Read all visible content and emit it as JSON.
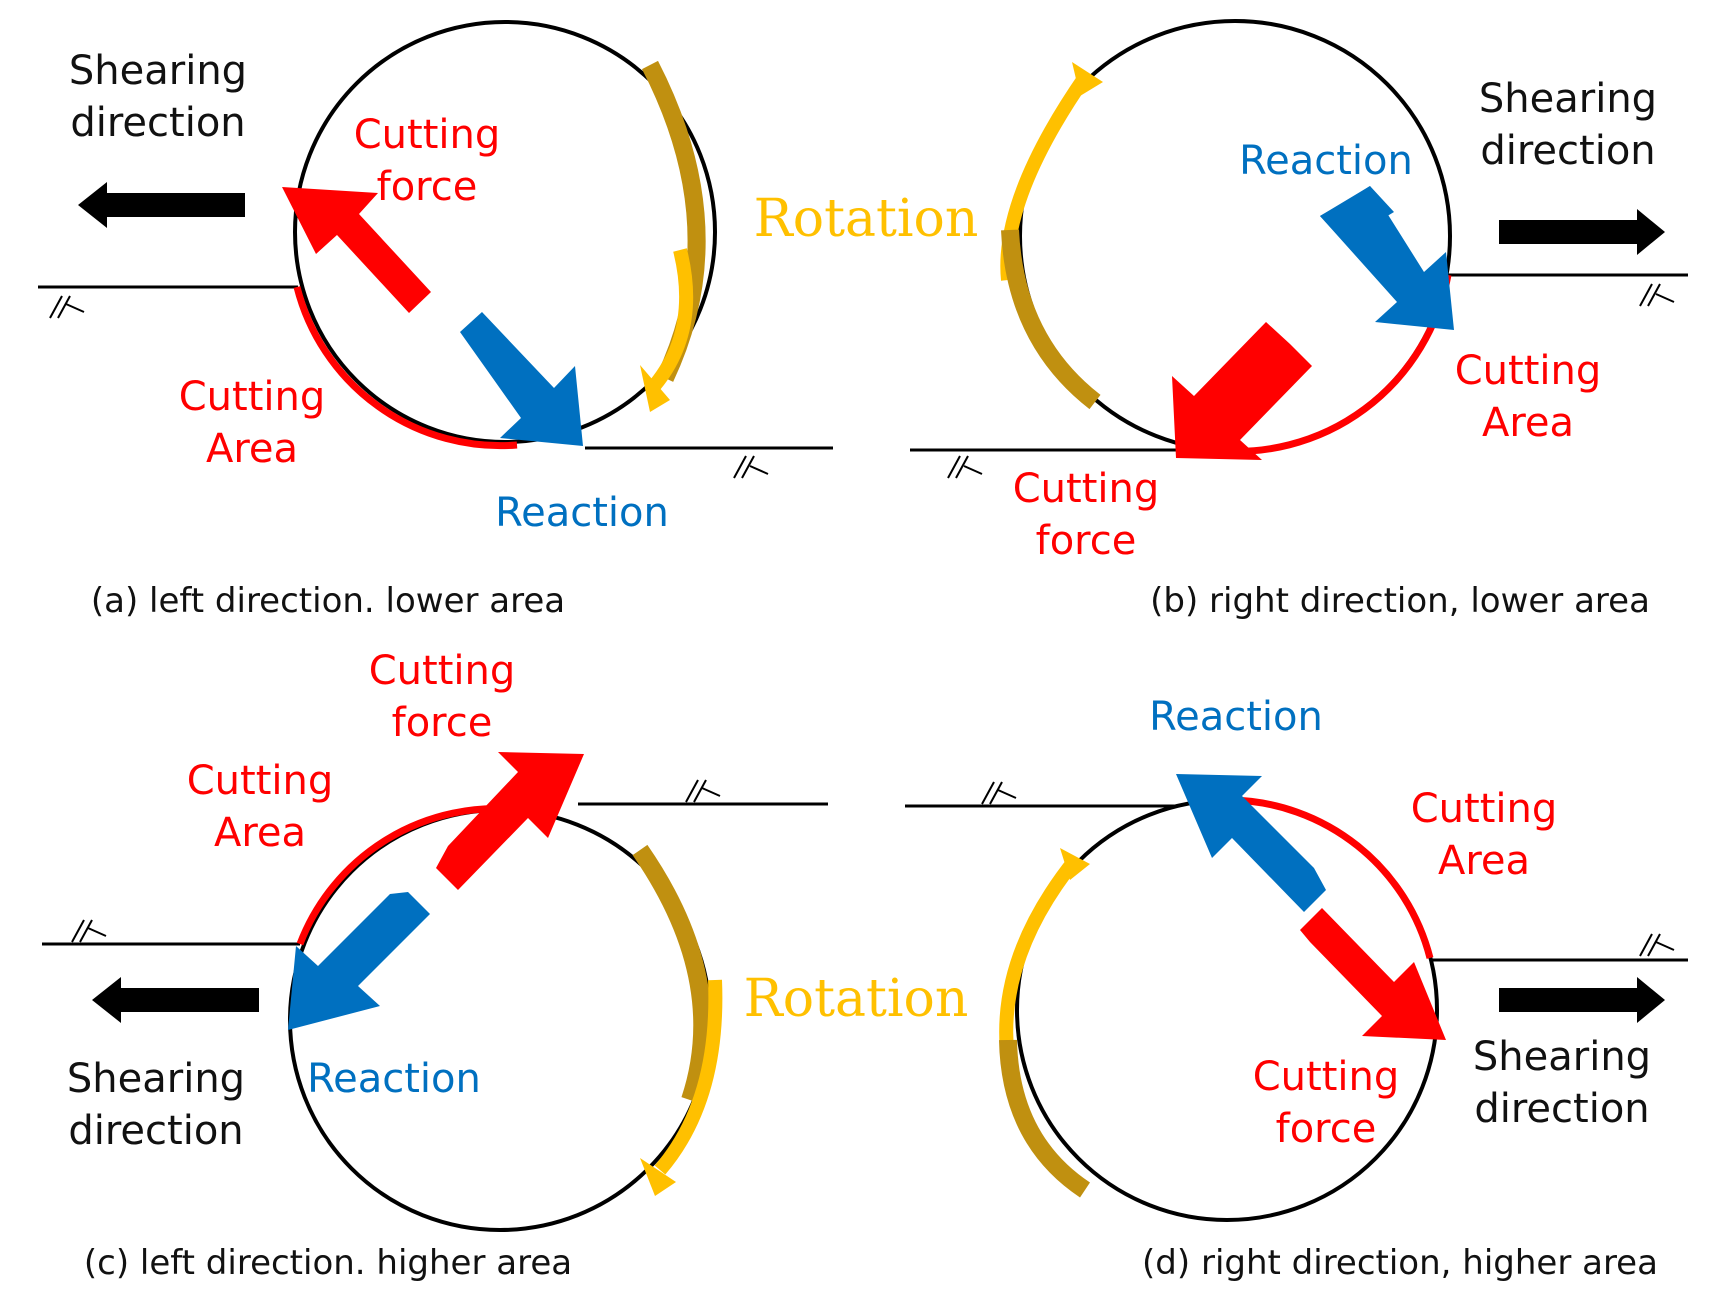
{
  "labels": {
    "shearing_line1": "Shearing",
    "shearing_line2": "direction",
    "cutting_line1": "Cutting",
    "force_line2": "force",
    "area_line2": "Area",
    "reaction": "Reaction",
    "rotation": "Rotation"
  },
  "captions": {
    "a": "(a) left direction. lower area",
    "b": "(b) right direction, lower area",
    "c": "(c) left direction. higher area",
    "d": "(d) right direction, higher area"
  },
  "colors": {
    "cutting": "#ff0000",
    "reaction": "#0070c0",
    "rotation": "#ffc000",
    "rotation_dark": "#c09010",
    "shearing": "#000000"
  }
}
